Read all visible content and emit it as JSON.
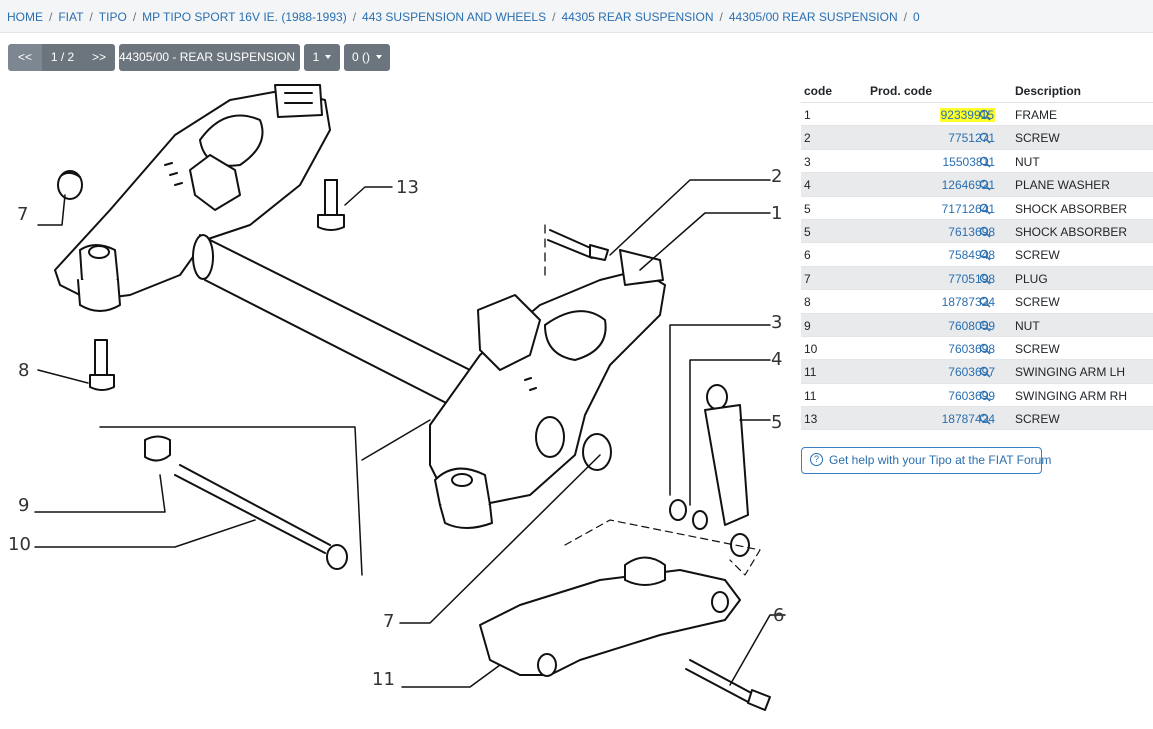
{
  "breadcrumb": [
    "HOME",
    "FIAT",
    "TIPO",
    "MP TIPO SPORT 16V IE. (1988-1993)",
    "443 SUSPENSION AND WHEELS",
    "44305 REAR SUSPENSION",
    "44305/00 REAR SUSPENSION",
    "0"
  ],
  "toolbar": {
    "prev_label": "<<",
    "page_label": "1 / 2",
    "next_label": ">>",
    "group_select": "44305/00 - REAR SUSPENSION",
    "number_select": "1",
    "variant_select": "0 ()"
  },
  "table": {
    "headers": {
      "code": "code",
      "prod_code": "Prod. code",
      "description": "Description"
    },
    "rows": [
      {
        "code": "1",
        "prod": "92339915",
        "desc": "FRAME"
      },
      {
        "code": "2",
        "prod": "7751271",
        "desc": "SCREW"
      },
      {
        "code": "3",
        "prod": "15503811",
        "desc": "NUT"
      },
      {
        "code": "4",
        "prod": "12646921",
        "desc": "PLANE WASHER"
      },
      {
        "code": "5",
        "prod": "71712641",
        "desc": "SHOCK ABSORBER"
      },
      {
        "code": "5",
        "prod": "7613698",
        "desc": "SHOCK ABSORBER"
      },
      {
        "code": "6",
        "prod": "7584948",
        "desc": "SCREW"
      },
      {
        "code": "7",
        "prod": "7705198",
        "desc": "PLUG"
      },
      {
        "code": "8",
        "prod": "18787324",
        "desc": "SCREW"
      },
      {
        "code": "9",
        "prod": "7608059",
        "desc": "NUT"
      },
      {
        "code": "10",
        "prod": "7603698",
        "desc": "SCREW"
      },
      {
        "code": "11",
        "prod": "7603697",
        "desc": "SWINGING ARM LH"
      },
      {
        "code": "11",
        "prod": "7603699",
        "desc": "SWINGING ARM RH"
      },
      {
        "code": "13",
        "prod": "18787424",
        "desc": "SCREW"
      }
    ]
  },
  "forum_link": "Get help with your Tipo at the FIAT Forum",
  "diagram_labels": [
    "7",
    "13",
    "2",
    "1",
    "8",
    "3",
    "4",
    "5",
    "9",
    "10",
    "7",
    "6",
    "11"
  ],
  "colors": {
    "link": "#2a6fb0",
    "highlight": "#ffff29",
    "button": "#6c757d"
  }
}
